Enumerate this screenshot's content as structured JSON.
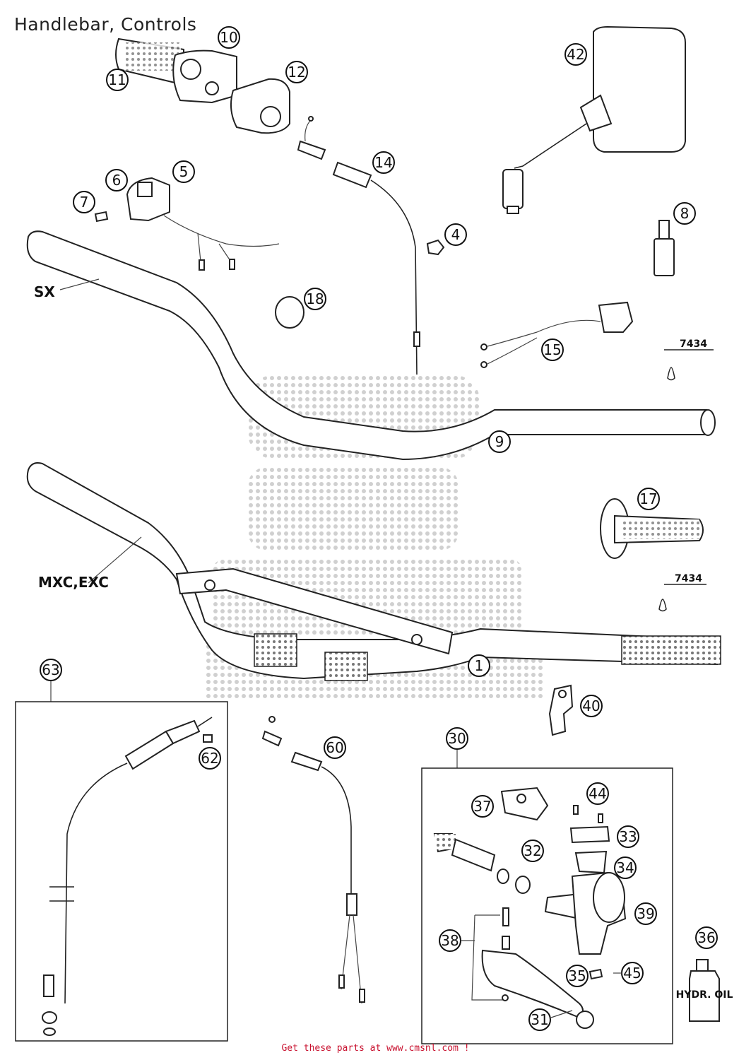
{
  "title": "Handlebar, Controls",
  "footer": "Get these parts at www.cmsnl.com !",
  "labels": {
    "sx": "SX",
    "mxc_exc": "MXC,EXC",
    "ref_top": "7434",
    "ref_bottom": "7434",
    "oil_label": "HYDR. OIL"
  },
  "callouts": {
    "c1": "1",
    "c4": "4",
    "c5": "5",
    "c6": "6",
    "c7": "7",
    "c8": "8",
    "c9": "9",
    "c10": "10",
    "c11": "11",
    "c12": "12",
    "c14": "14",
    "c15": "15",
    "c17": "17",
    "c18": "18",
    "c30": "30",
    "c31": "31",
    "c32": "32",
    "c33": "33",
    "c34": "34",
    "c35": "35",
    "c36": "36",
    "c37": "37",
    "c38": "38",
    "c39": "39",
    "c40": "40",
    "c42": "42",
    "c44": "44",
    "c45": "45",
    "c60": "60",
    "c62": "62",
    "c63": "63"
  },
  "colors": {
    "line": "#222222",
    "footer": "#c8102e",
    "watermark": "#bdbdbd"
  }
}
